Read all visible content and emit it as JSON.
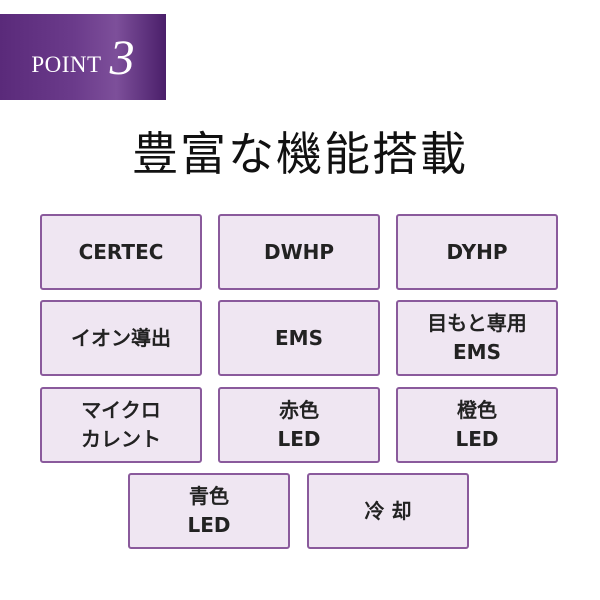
{
  "badge": {
    "label": "POINT",
    "number": "3"
  },
  "title": "豊富な機能搭載",
  "features": [
    "CERTEC",
    "DWHP",
    "DYHP",
    "イオン導出",
    "EMS",
    "目もと専用\nEMS",
    "マイクロ\nカレント",
    "赤色\nLED",
    "橙色\nLED",
    "青色\nLED",
    "冷 却"
  ],
  "colors": {
    "badge_purple": "#5a2a7a",
    "tile_fill": "#efe6f2",
    "tile_border": "#8a5a9c"
  }
}
